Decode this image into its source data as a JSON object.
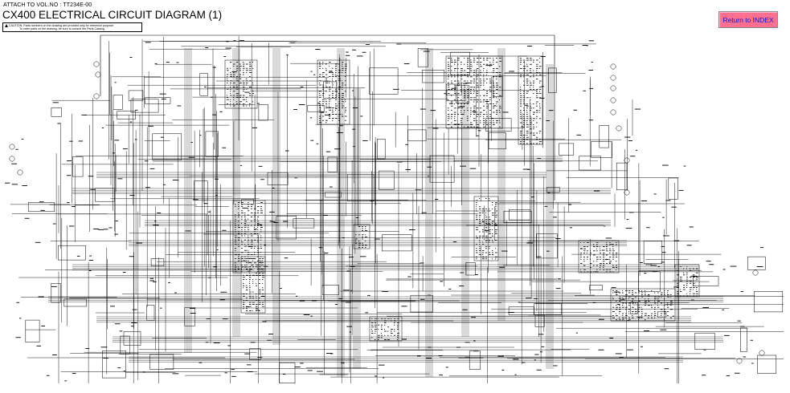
{
  "header": {
    "attach": "ATTACH TO VOL.NO : TT234E-00",
    "title": "CX400 ELECTRICAL CIRCUIT DIAGRAM (1)",
    "caution_line1": "CAUTION: Parts numbers on the drawing are provided only for reference purpose.",
    "caution_line2": "To order parts on the drawing, be sure to consult the Parts Catalog."
  },
  "nav": {
    "return_label": "Return to INDEX"
  },
  "colors": {
    "return_button_bg": "#ff6f8f",
    "return_button_text": "#1018c8",
    "wire": "#000000"
  },
  "icons": [
    "warning-triangle-icon"
  ]
}
